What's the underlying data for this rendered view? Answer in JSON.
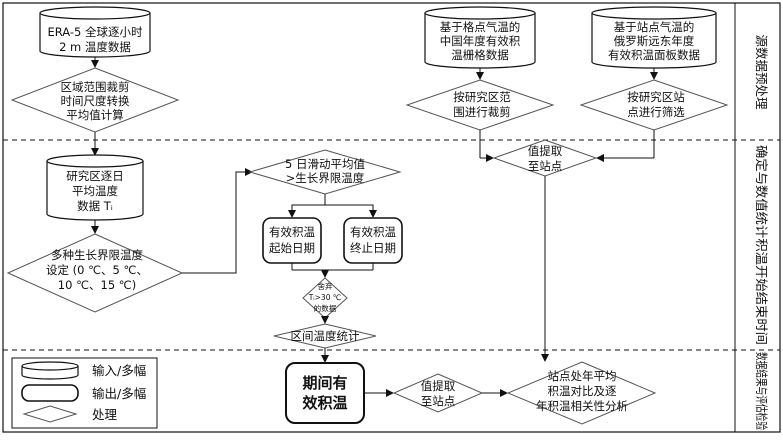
{
  "diagram": {
    "nodes": {
      "era5": {
        "lines": [
          "ERA-5 全球逐小时",
          "2 m 温度数据"
        ]
      },
      "process1": {
        "lines": [
          "区域范围裁剪",
          "时间尺度转换",
          "平均值计算"
        ]
      },
      "grid_data": {
        "lines": [
          "基于格点气温的",
          "中国年度有效积",
          "温栅格数据"
        ]
      },
      "station_data": {
        "lines": [
          "基于站点气温的",
          "俄罗斯远东年度",
          "有效积温面板数据"
        ]
      },
      "crop_grid": {
        "lines": [
          "按研究区范",
          "围进行裁剪"
        ]
      },
      "filter_station": {
        "lines": [
          "按研究区站",
          "点进行筛选"
        ]
      },
      "daily_temp": {
        "lines": [
          "研究区逐日",
          "平均温度",
          "数据 Tᵢ"
        ]
      },
      "thresholds": {
        "lines": [
          "多种生长界限温度",
          "设定 (0 ℃、5 ℃、",
          "10 ℃、15 ℃)"
        ]
      },
      "moving_avg": {
        "lines": [
          "5 日滑动平均值",
          ">生长界限温度"
        ]
      },
      "start_date": {
        "lines": [
          "有效积温",
          "起始日期"
        ]
      },
      "end_date": {
        "lines": [
          "有效积温",
          "终止日期"
        ]
      },
      "discard": {
        "lines": [
          "舍弃",
          "Tᵢ>30 ℃",
          "的数据"
        ]
      },
      "interval_stats": {
        "lines": [
          "区间温度统计"
        ]
      },
      "period_aat": {
        "lines": [
          "期间有",
          "效积温"
        ]
      },
      "extract_top": {
        "lines": [
          "值提取",
          "至站点"
        ]
      },
      "extract_bottom": {
        "lines": [
          "值提取",
          "至站点"
        ]
      },
      "compare": {
        "lines": [
          "站点处年平均",
          "积温对比及逐",
          "年积温相关性分析"
        ]
      }
    },
    "sections": [
      {
        "id": "sec-preprocess",
        "label": "源数据预处理"
      },
      {
        "id": "sec-stats",
        "label": "确定与数值统计积温开始结束时间"
      },
      {
        "id": "sec-results",
        "label": "数据结果与评估检验"
      }
    ],
    "legend": [
      {
        "shape": "cylinder",
        "label": "输入/多幅"
      },
      {
        "shape": "rounded",
        "label": "输出/多幅"
      },
      {
        "shape": "diamond",
        "label": "处理"
      }
    ]
  }
}
